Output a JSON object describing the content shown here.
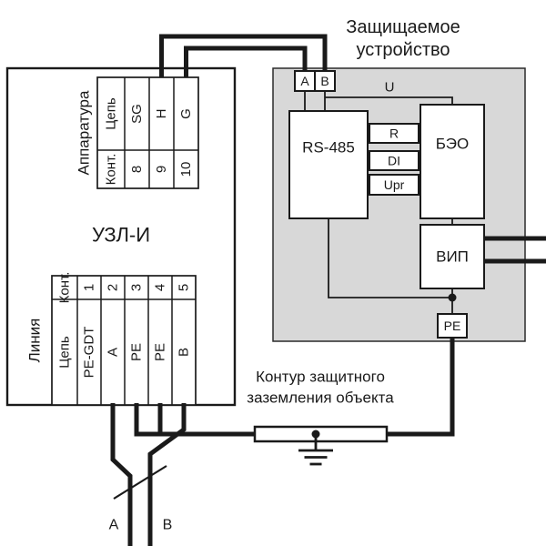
{
  "device_title": {
    "line1": "Защищаемое",
    "line2": "устройство"
  },
  "uzl": {
    "name": "УЗЛ-И",
    "top_block": {
      "side_label": "Аппаратура",
      "circuit_label": "Цепь",
      "contact_label": "Конт.",
      "terminals": [
        {
          "circuit": "SG",
          "contact": "8"
        },
        {
          "circuit": "H",
          "contact": "9"
        },
        {
          "circuit": "G",
          "contact": "10"
        }
      ]
    },
    "bottom_block": {
      "side_label": "Линия",
      "circuit_label": "Цепь",
      "contact_label": "Конт.",
      "terminals": [
        {
          "contact": "1",
          "circuit": "PE-GDT"
        },
        {
          "contact": "2",
          "circuit": "A"
        },
        {
          "contact": "3",
          "circuit": "PE"
        },
        {
          "contact": "4",
          "circuit": "PE"
        },
        {
          "contact": "5",
          "circuit": "B"
        }
      ]
    }
  },
  "device": {
    "terminal_a": "A",
    "terminal_b": "B",
    "u_label": "U",
    "rs485_label": "RS-485",
    "beo_label": "БЭО",
    "vip_label": "ВИП",
    "signals": [
      "R",
      "DI",
      "Upr"
    ],
    "pe_label": "PE"
  },
  "ground": {
    "label_line1": "Контур защитного",
    "label_line2": "заземления объекта"
  },
  "line_ends": {
    "a": "A",
    "b": "B"
  },
  "colors": {
    "wire": "#1a1a1a",
    "device_fill": "#d8d8d8",
    "block_fill": "#ffffff"
  }
}
